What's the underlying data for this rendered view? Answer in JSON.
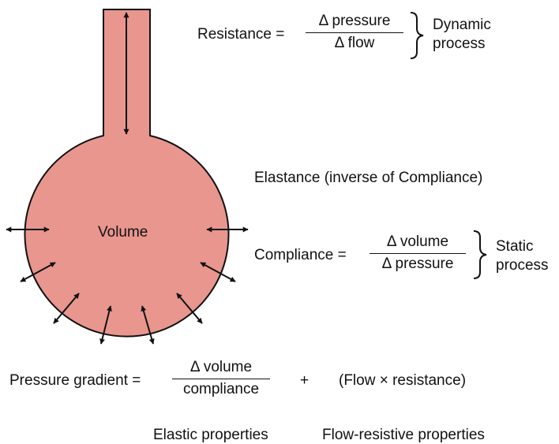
{
  "balloon": {
    "volume_label": "Volume",
    "fill_color": "#e8968e",
    "stroke_color": "#111111"
  },
  "resistance": {
    "label": "Resistance =",
    "numerator": "Δ pressure",
    "denominator": "Δ flow",
    "process": [
      "Dynamic",
      "process"
    ]
  },
  "elastance": {
    "label": "Elastance (inverse of Compliance)"
  },
  "compliance": {
    "label": "Compliance =",
    "numerator": "Δ volume",
    "denominator": "Δ pressure",
    "process": [
      "Static",
      "process"
    ]
  },
  "pressure_gradient": {
    "label": "Pressure gradient =",
    "numerator": "Δ volume",
    "denominator": "compliance",
    "plus": "+",
    "flow_term": "(Flow × resistance)"
  },
  "properties": {
    "elastic": "Elastic properties",
    "flow_resistive": "Flow-resistive properties"
  }
}
